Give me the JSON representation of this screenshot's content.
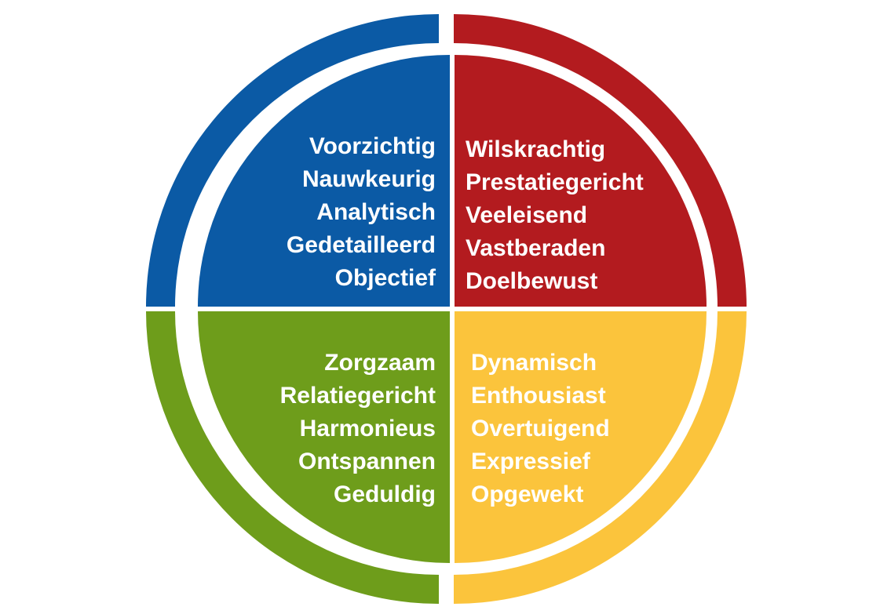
{
  "quadrants": {
    "blue": {
      "color": "#0b5aa5",
      "words": [
        "Voorzichtig",
        "Nauwkeurig",
        "Analytisch",
        "Gedetailleerd",
        "Objectief"
      ]
    },
    "red": {
      "color": "#b31b1f",
      "words": [
        "Wilskrachtig",
        "Prestatiegericht",
        "Veeleisend",
        "Vastberaden",
        "Doelbewust"
      ]
    },
    "green": {
      "color": "#6e9d1b",
      "words": [
        "Zorgzaam",
        "Relatiegericht",
        "Harmonieus",
        "Ontspannen",
        "Geduldig"
      ]
    },
    "yellow": {
      "color": "#fbc43c",
      "words": [
        "Dynamisch",
        "Enthousiast",
        "Overtuigend",
        "Expressief",
        "Opgewekt"
      ]
    }
  }
}
